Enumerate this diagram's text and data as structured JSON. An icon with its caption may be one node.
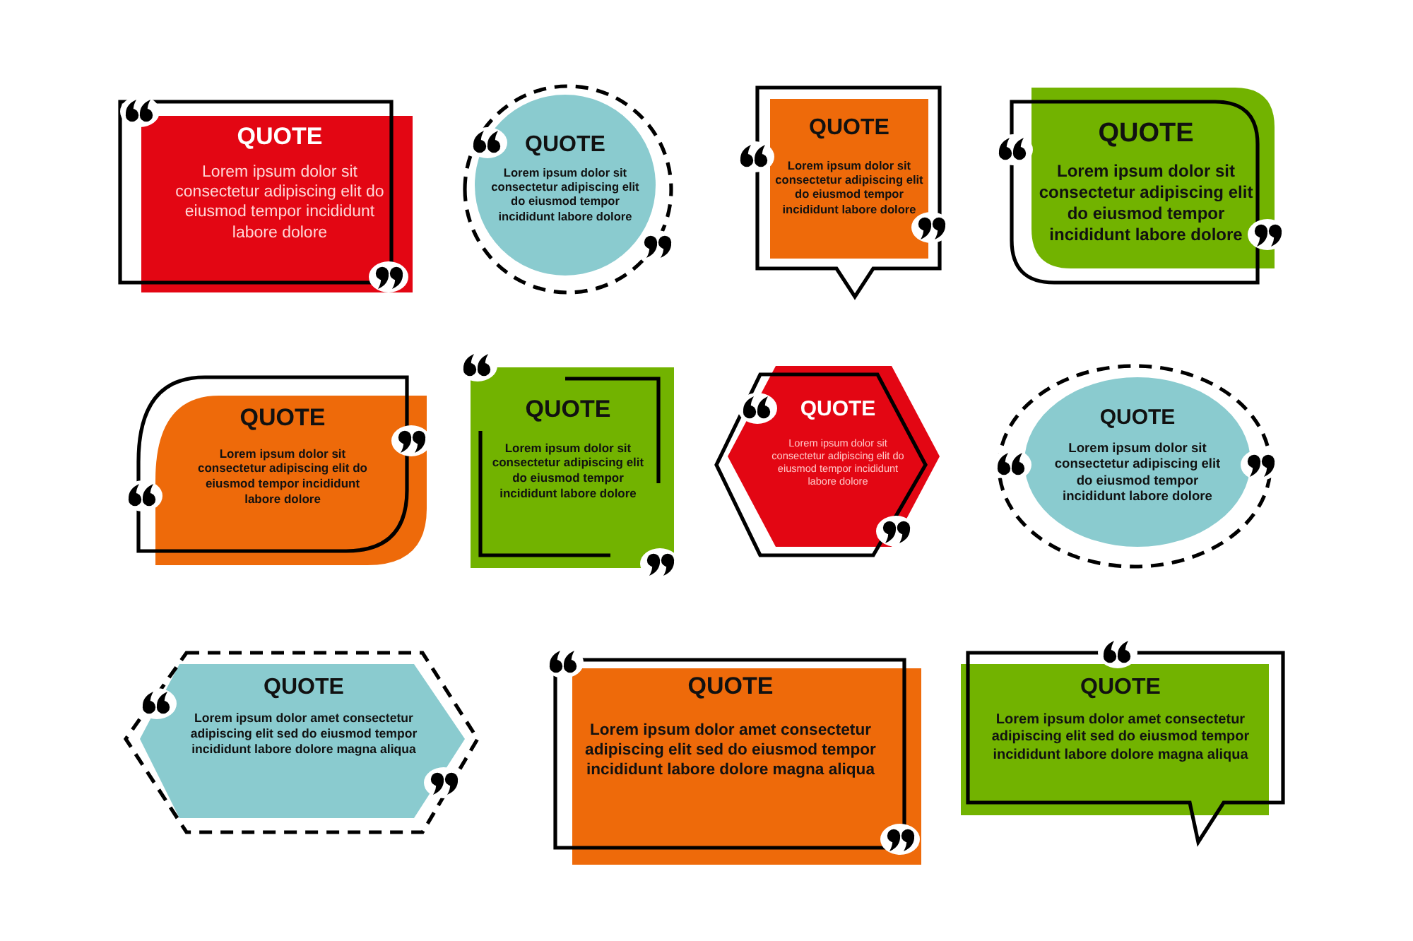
{
  "diagram": {
    "nodes": [
      {
        "text": [
          "QUOTE",
          "Lorem ipsum dolor sit consectetur adipiscing elit do eiusmod tempor incididunt labore dolore"
        ]
      },
      {
        "text": [
          "QUOTE",
          "Lorem ipsum dolor sit consectetur adipiscing elit do eiusmod tempor incididunt labore dolore"
        ]
      },
      {
        "text": [
          "QUOTE",
          "Lorem ipsum dolor sit consectetur adipiscing elit do eiusmod tempor incididunt labore dolore"
        ]
      },
      {
        "text": [
          "QUOTE",
          "Lorem ipsum dolor sit consectetur adipiscing elit do eiusmod tempor incididunt labore dolore"
        ]
      },
      {
        "text": [
          "QUOTE",
          "Lorem ipsum dolor sit consectetur adipiscing elit do eiusmod tempor incididunt labore dolore"
        ]
      },
      {
        "text": [
          "QUOTE",
          "Lorem ipsum dolor sit consectetur adipiscing elit do eiusmod tempor incididunt labore dolore"
        ]
      },
      {
        "text": [
          "QUOTE",
          "Lorem ipsum dolor sit consectetur adipiscing elit do eiusmod tempor incididunt labore dolore"
        ]
      },
      {
        "text": [
          "QUOTE",
          "Lorem ipsum dolor sit consectetur adipiscing elit do eiusmod tempor incididunt labore dolore"
        ]
      },
      {
        "text": [
          "QUOTE",
          "Lorem ipsum dolor amet consectetur adipiscing elit sed do eiusmod tempor incididunt labore dolore magna aliqua"
        ]
      },
      {
        "text": [
          "QUOTE",
          "Lorem ipsum dolor amet consectetur adipiscing elit sed do eiusmod tempor incididunt labore dolore magna aliqua"
        ]
      },
      {
        "text": [
          "QUOTE",
          "Lorem ipsum dolor amet consectetur adipiscing elit sed do eiusmod tempor incididunt labore dolore magna aliqua"
        ]
      }
    ]
  }
}
